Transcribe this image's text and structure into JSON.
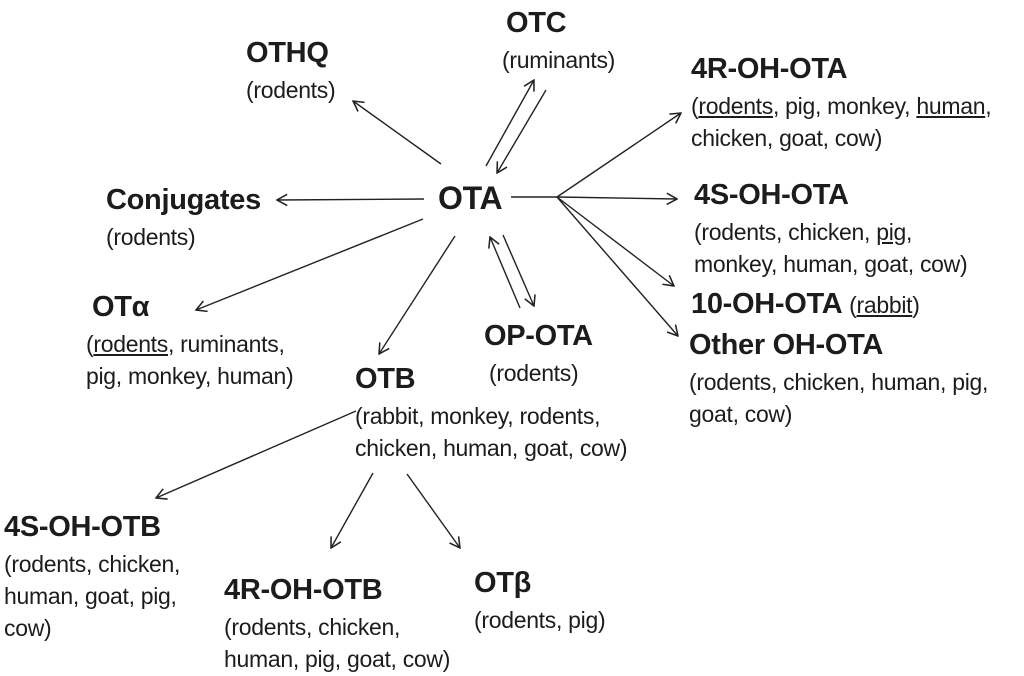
{
  "colors": {
    "ink": "#1c1c1c",
    "background": "#ffffff"
  },
  "diagram": {
    "center_label": "OTA",
    "nodes": [
      {
        "id": "otc",
        "title": [
          {
            "t": "OTC"
          }
        ],
        "body": [
          [
            {
              "t": "(ruminants)"
            }
          ]
        ]
      },
      {
        "id": "othq",
        "title": [
          {
            "t": "OTHQ"
          }
        ],
        "body": [
          [
            {
              "t": "(rodents)"
            }
          ]
        ]
      },
      {
        "id": "4r-oh-ota",
        "title": [
          {
            "t": "4R-OH-OTA"
          }
        ],
        "body": [
          [
            {
              "t": "("
            },
            {
              "t": "rodents",
              "u": 1
            },
            {
              "t": ", pig, monkey, "
            },
            {
              "t": "human",
              "u": 1
            },
            {
              "t": ","
            }
          ],
          [
            {
              "t": "chicken, goat, cow)"
            }
          ]
        ]
      },
      {
        "id": "conjugates",
        "title": [
          {
            "t": "Conjugates"
          }
        ],
        "body": [
          [
            {
              "t": "(rodents)"
            }
          ]
        ]
      },
      {
        "id": "ota",
        "title": [
          {
            "t": "OTA"
          }
        ],
        "body": []
      },
      {
        "id": "4s-oh-ota",
        "title": [
          {
            "t": "4S-OH-OTA"
          }
        ],
        "body": [
          [
            {
              "t": "(rodents, chicken, "
            },
            {
              "t": "pig",
              "u": 1
            },
            {
              "t": ","
            }
          ],
          [
            {
              "t": "monkey, human, goat, cow)"
            }
          ]
        ]
      },
      {
        "id": "ot-alpha",
        "title": [
          {
            "t": "OTα"
          }
        ],
        "body": [
          [
            {
              "t": "("
            },
            {
              "t": "rodents",
              "u": 1
            },
            {
              "t": ", ruminants,"
            }
          ],
          [
            {
              "t": "pig, monkey, human)"
            }
          ]
        ]
      },
      {
        "id": "10-oh-ota",
        "title": [
          {
            "t": "10-OH-OTA "
          },
          {
            "t": "(",
            "r": 1
          },
          {
            "t": "rabbit",
            "r": 1,
            "u": 1
          },
          {
            "t": ")",
            "r": 1
          }
        ],
        "body": []
      },
      {
        "id": "other-oh-ota",
        "title": [
          {
            "t": "Other OH-OTA"
          }
        ],
        "body": [
          [
            {
              "t": "(rodents, chicken, human, pig,"
            }
          ],
          [
            {
              "t": "goat, cow)"
            }
          ]
        ]
      },
      {
        "id": "op-ota",
        "title": [
          {
            "t": "OP-OTA"
          }
        ],
        "body": [
          [
            {
              "t": "(rodents)"
            }
          ]
        ]
      },
      {
        "id": "otb",
        "title": [
          {
            "t": "OTB"
          }
        ],
        "body": [
          [
            {
              "t": "(rabbit, monkey, rodents,"
            }
          ],
          [
            {
              "t": "chicken, human, goat, cow)"
            }
          ]
        ]
      },
      {
        "id": "4s-oh-otb",
        "title": [
          {
            "t": "4S-OH-OTB"
          }
        ],
        "body": [
          [
            {
              "t": "(rodents, chicken,"
            }
          ],
          [
            {
              "t": "human, goat, pig,"
            }
          ],
          [
            {
              "t": "cow)"
            }
          ]
        ]
      },
      {
        "id": "4r-oh-otb",
        "title": [
          {
            "t": "4R-OH-OTB"
          }
        ],
        "body": [
          [
            {
              "t": "(rodents, chicken,"
            }
          ],
          [
            {
              "t": "human, pig, goat, cow)"
            }
          ]
        ]
      },
      {
        "id": "ot-beta",
        "title": [
          {
            "t": "OTβ"
          }
        ],
        "body": [
          [
            {
              "t": "(rodents, pig)"
            }
          ]
        ]
      }
    ],
    "edges": [
      {
        "from": "OTA",
        "to": "OTC",
        "bidirectional": true
      },
      {
        "from": "OTA",
        "to": "OTHQ",
        "bidirectional": false
      },
      {
        "from": "OTA",
        "to": "Conjugates",
        "bidirectional": false
      },
      {
        "from": "OTA",
        "to": "OTα",
        "bidirectional": false
      },
      {
        "from": "OTA",
        "to": "OTB",
        "bidirectional": false
      },
      {
        "from": "OTA",
        "to": "OP-OTA",
        "bidirectional": true
      },
      {
        "from": "OTA",
        "to": "4R-OH-OTA",
        "bidirectional": false
      },
      {
        "from": "OTA",
        "to": "4S-OH-OTA",
        "bidirectional": false
      },
      {
        "from": "OTA",
        "to": "10-OH-OTA",
        "bidirectional": false
      },
      {
        "from": "OTA",
        "to": "Other OH-OTA",
        "bidirectional": false
      },
      {
        "from": "OTB",
        "to": "4S-OH-OTB",
        "bidirectional": false
      },
      {
        "from": "OTB",
        "to": "4R-OH-OTB",
        "bidirectional": false
      },
      {
        "from": "OTB",
        "to": "OTβ",
        "bidirectional": false
      }
    ]
  }
}
